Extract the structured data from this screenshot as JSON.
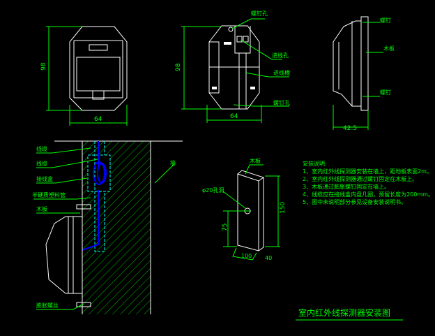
{
  "front_view": {
    "dim_height": "98",
    "dim_width": "64"
  },
  "back_view": {
    "dim_height": "98",
    "dim_width": "64",
    "labels": [
      "螺钉孔",
      "进线孔",
      "进线槽",
      "螺钉孔"
    ]
  },
  "side_view": {
    "dim_depth": "42.5",
    "labels": [
      "螺钉",
      "木板",
      "螺钉"
    ]
  },
  "section_view": {
    "labels": [
      "线缆",
      "线缆",
      "接线盒",
      "半硬质塑料管",
      "木板",
      "膨胀螺丝"
    ],
    "wall_label": "墙"
  },
  "board_view": {
    "label": "木板",
    "hole_label": "φ20孔洞",
    "dim_height": "150",
    "dim_hole": "75",
    "dim_width": "100",
    "dim_depth": "40"
  },
  "notes": {
    "heading": "安装说明:",
    "items": [
      "1、室内红外线探测器安装在墙上，距地板表面2m。",
      "2、室内红外线探测器通过螺钉固定在木板上。",
      "3、木板通过膨胀螺钉固定在墙上。",
      "4、线缆应在接线盒内盘几圈，预留长度为200mm。",
      "5、图中未说明部分参见设备安装说明书。"
    ]
  },
  "title": "室内红外线探测器安装图",
  "colors": {
    "background": "#000000",
    "annotation": "#00ff00",
    "outline": "#ffffff"
  }
}
